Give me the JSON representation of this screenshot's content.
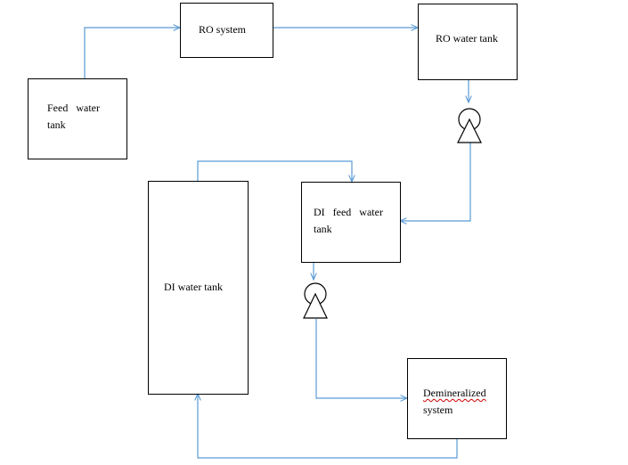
{
  "nodes": {
    "ro_system": {
      "label": "RO system"
    },
    "ro_water_tank": {
      "label": "RO water tank"
    },
    "feed_water_tank": {
      "line1": "Feed   water",
      "line2": "tank"
    },
    "di_feed_water_tank": {
      "line1": "DI   feed   water",
      "line2": "tank"
    },
    "di_water_tank": {
      "label": "DI water tank"
    },
    "demineralized_system": {
      "line1": "Demineralized",
      "line2": "system"
    }
  },
  "colors": {
    "connector": "#5b9bd5",
    "box_border": "#000000",
    "text": "#000000",
    "spellcheck_underline": "#cc0000"
  },
  "icons": [
    "pump-icon",
    "arrow-head-icon"
  ]
}
